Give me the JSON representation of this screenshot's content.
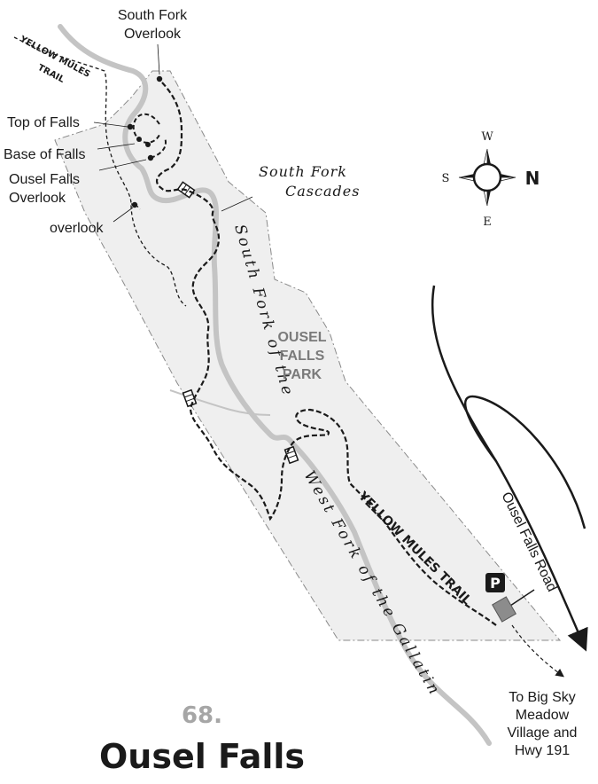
{
  "map": {
    "number": "68.",
    "title": "Ousel Falls",
    "park_name": [
      "OUSEL",
      "FALLS",
      "PARK"
    ],
    "compass": {
      "north": "N",
      "south": "S",
      "east": "E",
      "west": "W"
    },
    "labels": {
      "south_fork_overlook": [
        "South Fork",
        "Overlook"
      ],
      "top_of_falls": "Top of Falls",
      "base_of_falls": "Base of Falls",
      "ousel_falls_overlook": [
        "Ousel Falls",
        "Overlook"
      ],
      "overlook": "overlook",
      "south_fork_cascades": [
        "South Fork",
        "Cascades"
      ],
      "river_south_fork": "South Fork of the",
      "river_west_fork": "West Fork of the Gallatin",
      "yellow_mules_trail_top": [
        "YELLOW MULES",
        "TRAIL"
      ],
      "yellow_mules_trail_main": "YELLOW MULES TRAIL",
      "ousel_falls_road": "Ousel Falls Road",
      "parking": "P",
      "destination": [
        "To Big Sky",
        "Meadow",
        "Village and",
        "Hwy 191"
      ]
    },
    "colors": {
      "park_fill": "#efefef",
      "river": "#c4c4c4",
      "trail": "#1a1a1a",
      "parking_lot": "#8c8c8c"
    }
  }
}
